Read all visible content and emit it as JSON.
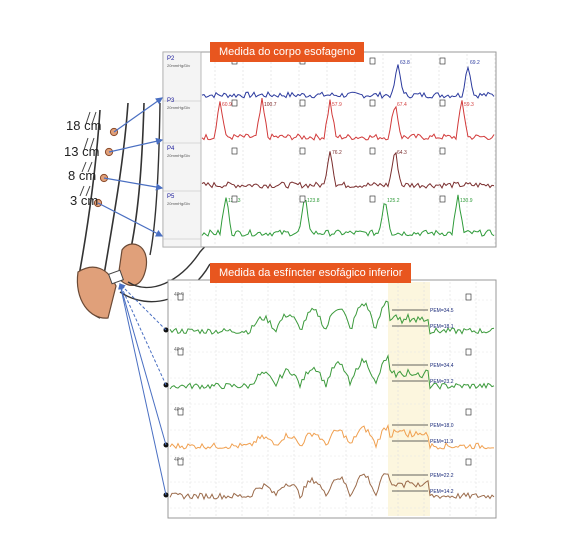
{
  "callouts": {
    "top": "Medida do corpo esofageno",
    "bottom": "Medida da esfíncter esofágico inferior"
  },
  "depth_labels": [
    "18 cm",
    "13 cm",
    "8 cm",
    "3 cm"
  ],
  "top_panel": {
    "channels": [
      {
        "id": "P2",
        "scale": "20mmHg/Div",
        "color": "#2b3a9e",
        "peaks": [
          {
            "label": "63.8",
            "color": "#2b3a9e"
          },
          {
            "label": "69.2",
            "color": "#2b3a9e"
          }
        ]
      },
      {
        "id": "P3",
        "scale": "20mmHg/Div",
        "color": "#d23a3a",
        "peaks": [
          {
            "label": "60.9",
            "color": "#d23a3a"
          },
          {
            "label": "100.7",
            "color": "#7a1f1f"
          },
          {
            "label": "57.9",
            "color": "#d23a3a"
          },
          {
            "label": "67.4",
            "color": "#d23a3a"
          },
          {
            "label": "59.3",
            "color": "#d23a3a"
          }
        ]
      },
      {
        "id": "P4",
        "scale": "20mmHg/Div",
        "color": "#7a2e2e",
        "peaks": [
          {
            "label": "76.2",
            "color": "#7a2e2e"
          },
          {
            "label": "64.3",
            "color": "#7a2e2e"
          }
        ]
      },
      {
        "id": "P5",
        "scale": "20mmHg/Div",
        "color": "#2f9b3a",
        "peaks": [
          {
            "label": "139.3",
            "color": "#2f9b3a"
          },
          {
            "label": "123.8",
            "color": "#2f9b3a"
          },
          {
            "label": "125.2",
            "color": "#2f9b3a"
          },
          {
            "label": "130.9",
            "color": "#2f9b3a"
          }
        ]
      }
    ]
  },
  "bottom_panel": {
    "axis_tick": "40.0",
    "channels": [
      {
        "color": "#3c9a3c",
        "annotations": [
          "PEM=34.5",
          "PEM=18.1"
        ]
      },
      {
        "color": "#3c9a3c",
        "annotations": [
          "PEM=34.4",
          "PEM=23.2"
        ]
      },
      {
        "color": "#f0a050",
        "annotations": [
          "PEM=18.0",
          "PEM=11.9"
        ]
      },
      {
        "color": "#9a6a4a",
        "annotations": [
          "PEM=22.2",
          "PEM=14.2"
        ]
      }
    ]
  },
  "colors": {
    "accent": "#e8561f",
    "arrow": "#4a6fc2",
    "sphincter": "#e0a07a"
  }
}
